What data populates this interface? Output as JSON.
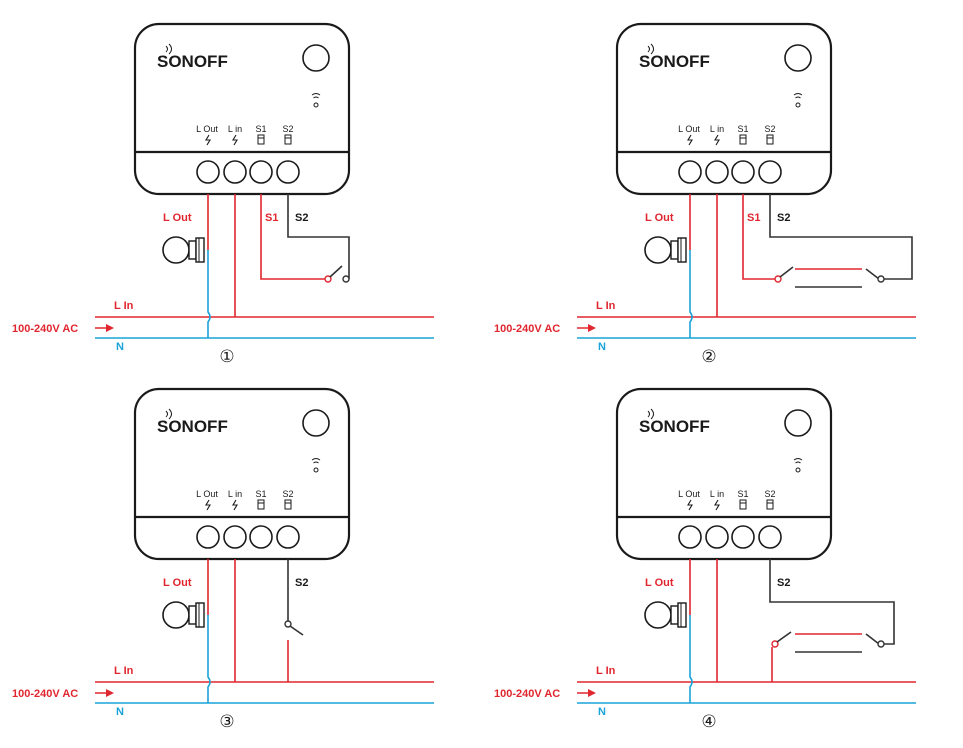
{
  "brand": "SONOFF",
  "terminals": {
    "l_out": "L Out",
    "l_in": "L in",
    "s1": "S1",
    "s2": "S2"
  },
  "wire_labels": {
    "l_out": "L Out",
    "s1": "S1",
    "s2": "S2",
    "l_in": "L In",
    "n": "N",
    "supply": "100-240V AC"
  },
  "diagrams": [
    {
      "number": "①"
    },
    {
      "number": "②"
    },
    {
      "number": "③"
    },
    {
      "number": "④"
    }
  ],
  "colors": {
    "live": "#e0262f",
    "neutral": "#1aa3d9",
    "switch_wire": "#333333",
    "outline": "#1a1a1a"
  }
}
